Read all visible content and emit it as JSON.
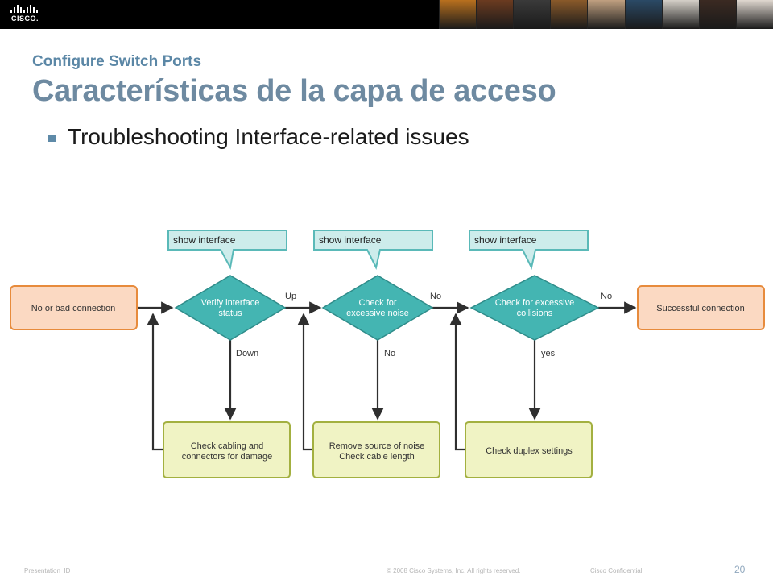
{
  "header": {
    "logo_text": "CISCO.",
    "photo_colors": [
      "#b9701e",
      "#6b3b20",
      "#3a3a3a",
      "#8a5a2a",
      "#c0a080",
      "#2b4a66",
      "#d5d0c8",
      "#3b2a22",
      "#e0d8d0"
    ]
  },
  "slide": {
    "subtitle": "Configure Switch Ports",
    "title": "Características de la capa de acceso",
    "bullet": "Troubleshooting Interface-related issues"
  },
  "flowchart": {
    "start": "No or bad connection",
    "end": "Successful connection",
    "callout1": "show interface",
    "callout2": "show interface",
    "callout3": "show interface",
    "decision1": [
      "Verify interface",
      "status"
    ],
    "decision2": [
      "Check for",
      "excessive noise"
    ],
    "decision3": [
      "Check for excessive",
      "collisions"
    ],
    "edge_up": "Up",
    "edge_no1": "No",
    "edge_no2": "No",
    "edge_down": "Down",
    "edge_no3": "No",
    "edge_yes": "yes",
    "action1": [
      "Check cabling and",
      "connectors for damage"
    ],
    "action2": [
      "Remove source of noise",
      "Check cable length"
    ],
    "action3": "Check duplex settings",
    "colors": {
      "terminal_fill": "#fbd9c2",
      "terminal_stroke": "#e78b3c",
      "decision_fill": "#44b5b2",
      "callout_fill": "#cdeceb",
      "callout_stroke": "#5ab9b8",
      "action_fill": "#f0f3c4",
      "action_stroke": "#a3b040",
      "arrow": "#2f2f2f"
    }
  },
  "footer": {
    "presentation_id": "Presentation_ID",
    "copyright": "© 2008 Cisco Systems, Inc. All rights reserved.",
    "confidential": "Cisco Confidential",
    "page_number": "20"
  }
}
